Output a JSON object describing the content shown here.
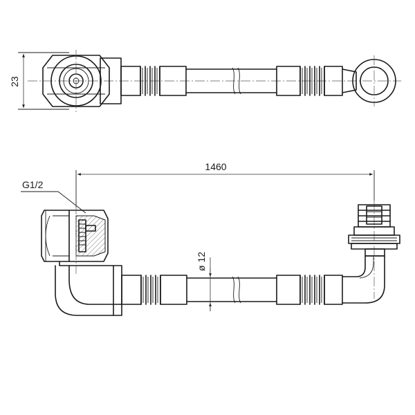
{
  "drawing": {
    "dim_height": "23",
    "dim_length": "1460",
    "thread_label": "G1/2",
    "diameter_label": "ø 12"
  }
}
